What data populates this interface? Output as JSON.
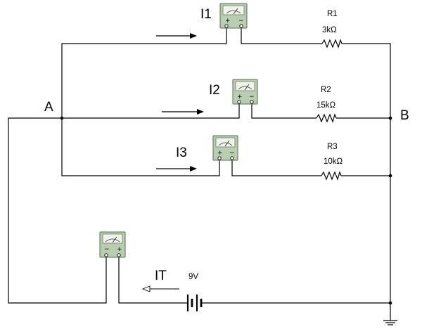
{
  "nodes": {
    "a": "A",
    "b": "B"
  },
  "ammeters": {
    "i1": "I1",
    "i2": "I2",
    "i3": "I3",
    "it": "IT"
  },
  "resistors": {
    "r1": {
      "name": "R1",
      "value": "3kΩ"
    },
    "r2": {
      "name": "R2",
      "value": "15kΩ"
    },
    "r3": {
      "name": "R3",
      "value": "10kΩ"
    }
  },
  "source": {
    "voltage": "9V"
  },
  "meter_signs": {
    "plus": "+",
    "minus": "−"
  }
}
